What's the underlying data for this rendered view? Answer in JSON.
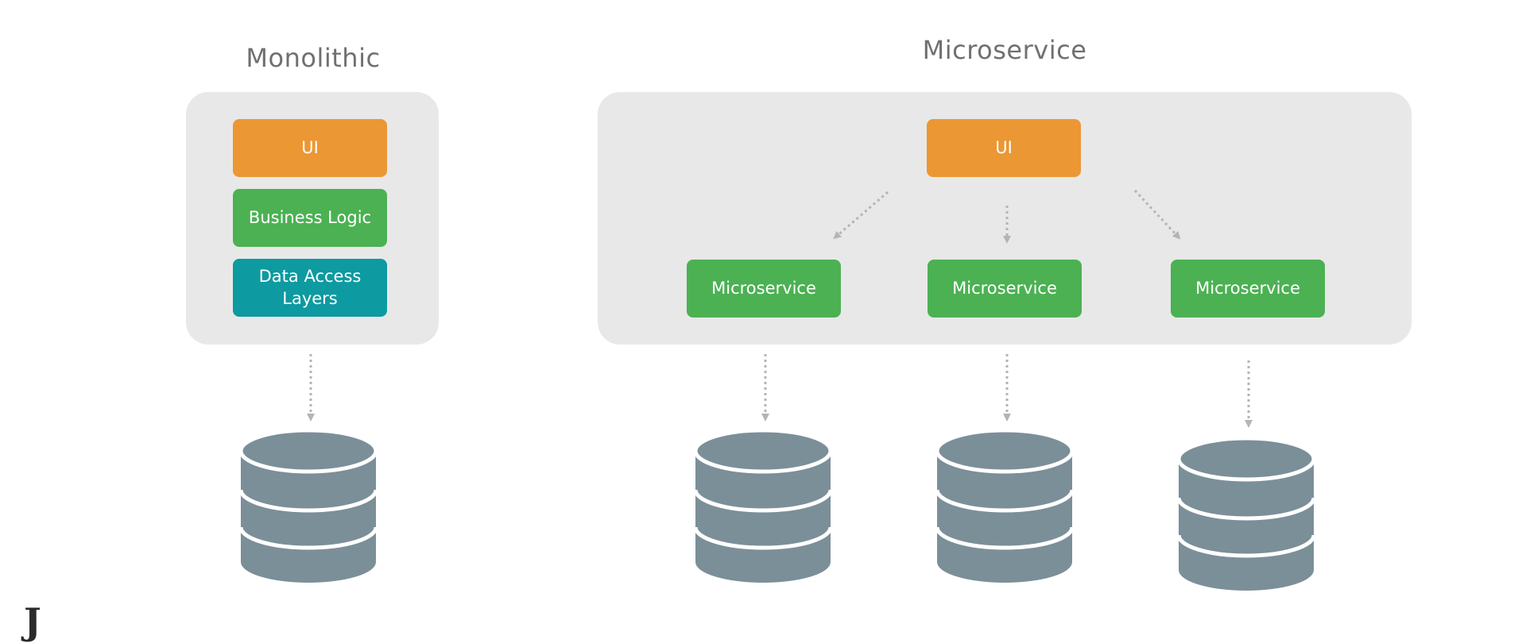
{
  "monolithic": {
    "title": "Monolithic",
    "ui_label": "UI",
    "business_label": "Business Logic",
    "data_label": "Data Access Layers"
  },
  "microservice": {
    "title": "Microservice",
    "ui_label": "UI",
    "services": [
      "Microservice",
      "Microservice",
      "Microservice"
    ]
  },
  "colors": {
    "ui": "#eb9734",
    "service": "#4cb153",
    "data_layer": "#0d9aa0",
    "database": "#7b8f99",
    "panel": "#e8e8e8",
    "arrow": "#b4b4b4"
  },
  "icons": [
    "database-icon",
    "dotted-arrow-icon"
  ],
  "logo_text": "J"
}
